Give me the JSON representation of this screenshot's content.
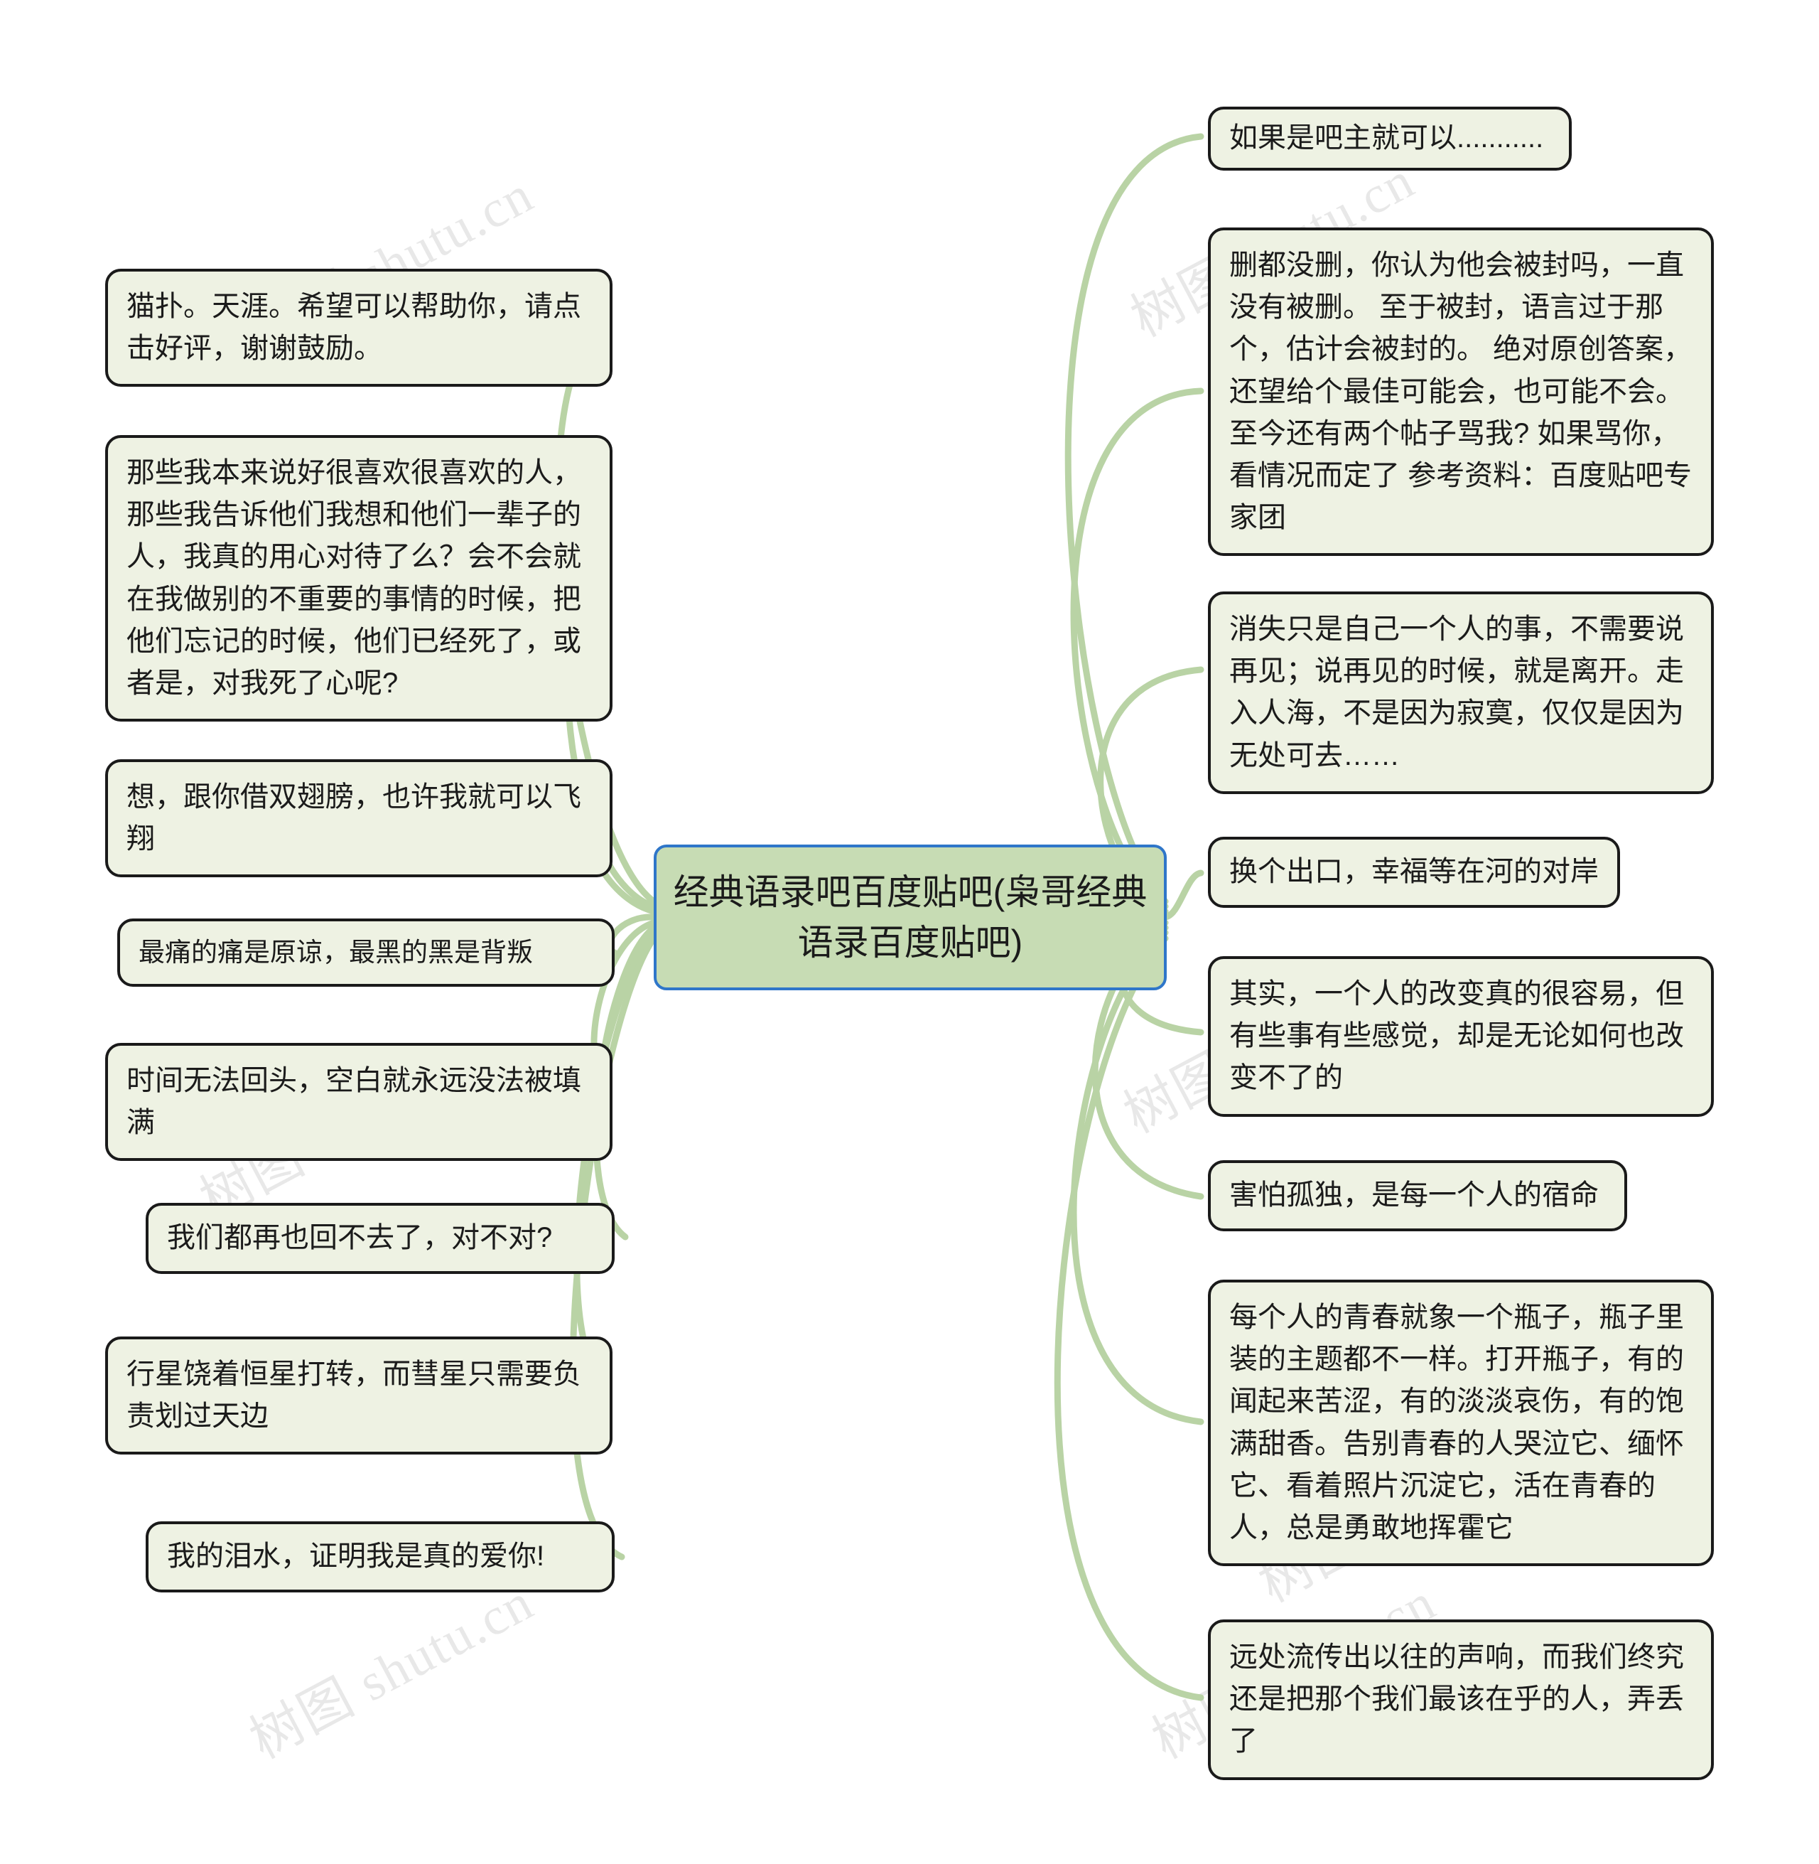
{
  "diagram": {
    "type": "mind-map",
    "title": "经典语录吧百度贴吧(枭哥经典语录百度贴吧)",
    "central": {
      "text": "经典语录吧百度贴吧(枭哥经典语录百度贴吧)",
      "fill": "#c7dcb4",
      "border": "#2f76c9"
    },
    "style": {
      "node_fill": "#eef2e3",
      "node_border": "#1a1a1a",
      "connector": "#b9d3a5",
      "background": "#ffffff"
    },
    "watermark": "树图 shutu.cn",
    "left_branches": [
      {
        "id": "l1",
        "text": "猫扑。天涯。希望可以帮助你，请点击好评，谢谢鼓励。"
      },
      {
        "id": "l2",
        "text": "那些我本来说好很喜欢很喜欢的人，那些我告诉他们我想和他们一辈子的人，我真的用心对待了么？会不会就在我做别的不重要的事情的时候，把他们忘记的时候，他们已经死了，或者是，对我死了心呢?"
      },
      {
        "id": "l3",
        "text": "想，跟你借双翅膀，也许我就可以飞翔"
      },
      {
        "id": "l4",
        "text": "最痛的痛是原谅，最黑的黑是背叛"
      },
      {
        "id": "l5",
        "text": "时间无法回头，空白就永远没法被填满"
      },
      {
        "id": "l6",
        "text": "我们都再也回不去了，对不对?"
      },
      {
        "id": "l7",
        "text": "行星饶着恒星打转，而彗星只需要负责划过天边"
      },
      {
        "id": "l8",
        "text": "我的泪水，证明我是真的爱你!"
      }
    ],
    "right_branches": [
      {
        "id": "r1",
        "text": "如果是吧主就可以..........."
      },
      {
        "id": "r2",
        "text": "删都没删，你认为他会被封吗，一直没有被删。 至于被封，语言过于那个，估计会被封的。 绝对原创答案，还望给个最佳可能会，也可能不会。 至今还有两个帖子骂我? 如果骂你，看情况而定了 参考资料：百度贴吧专家团"
      },
      {
        "id": "r3",
        "text": "消失只是自己一个人的事，不需要说再见；说再见的时候，就是离开。走入人海，不是因为寂寞，仅仅是因为无处可去……"
      },
      {
        "id": "r4",
        "text": "换个出口，幸福等在河的对岸"
      },
      {
        "id": "r5",
        "text": "其实，一个人的改变真的很容易，但有些事有些感觉，却是无论如何也改变不了的"
      },
      {
        "id": "r6",
        "text": "害怕孤独，是每一个人的宿命"
      },
      {
        "id": "r7",
        "text": "每个人的青春就象一个瓶子，瓶子里装的主题都不一样。打开瓶子，有的闻起来苦涩，有的淡淡哀伤，有的饱满甜香。告别青春的人哭泣它、缅怀它、看着照片沉淀它，活在青春的人，总是勇敢地挥霍它"
      },
      {
        "id": "r8",
        "text": "远处流传出以往的声响，而我们终究还是把那个我们最该在乎的人，弄丢了"
      }
    ]
  }
}
